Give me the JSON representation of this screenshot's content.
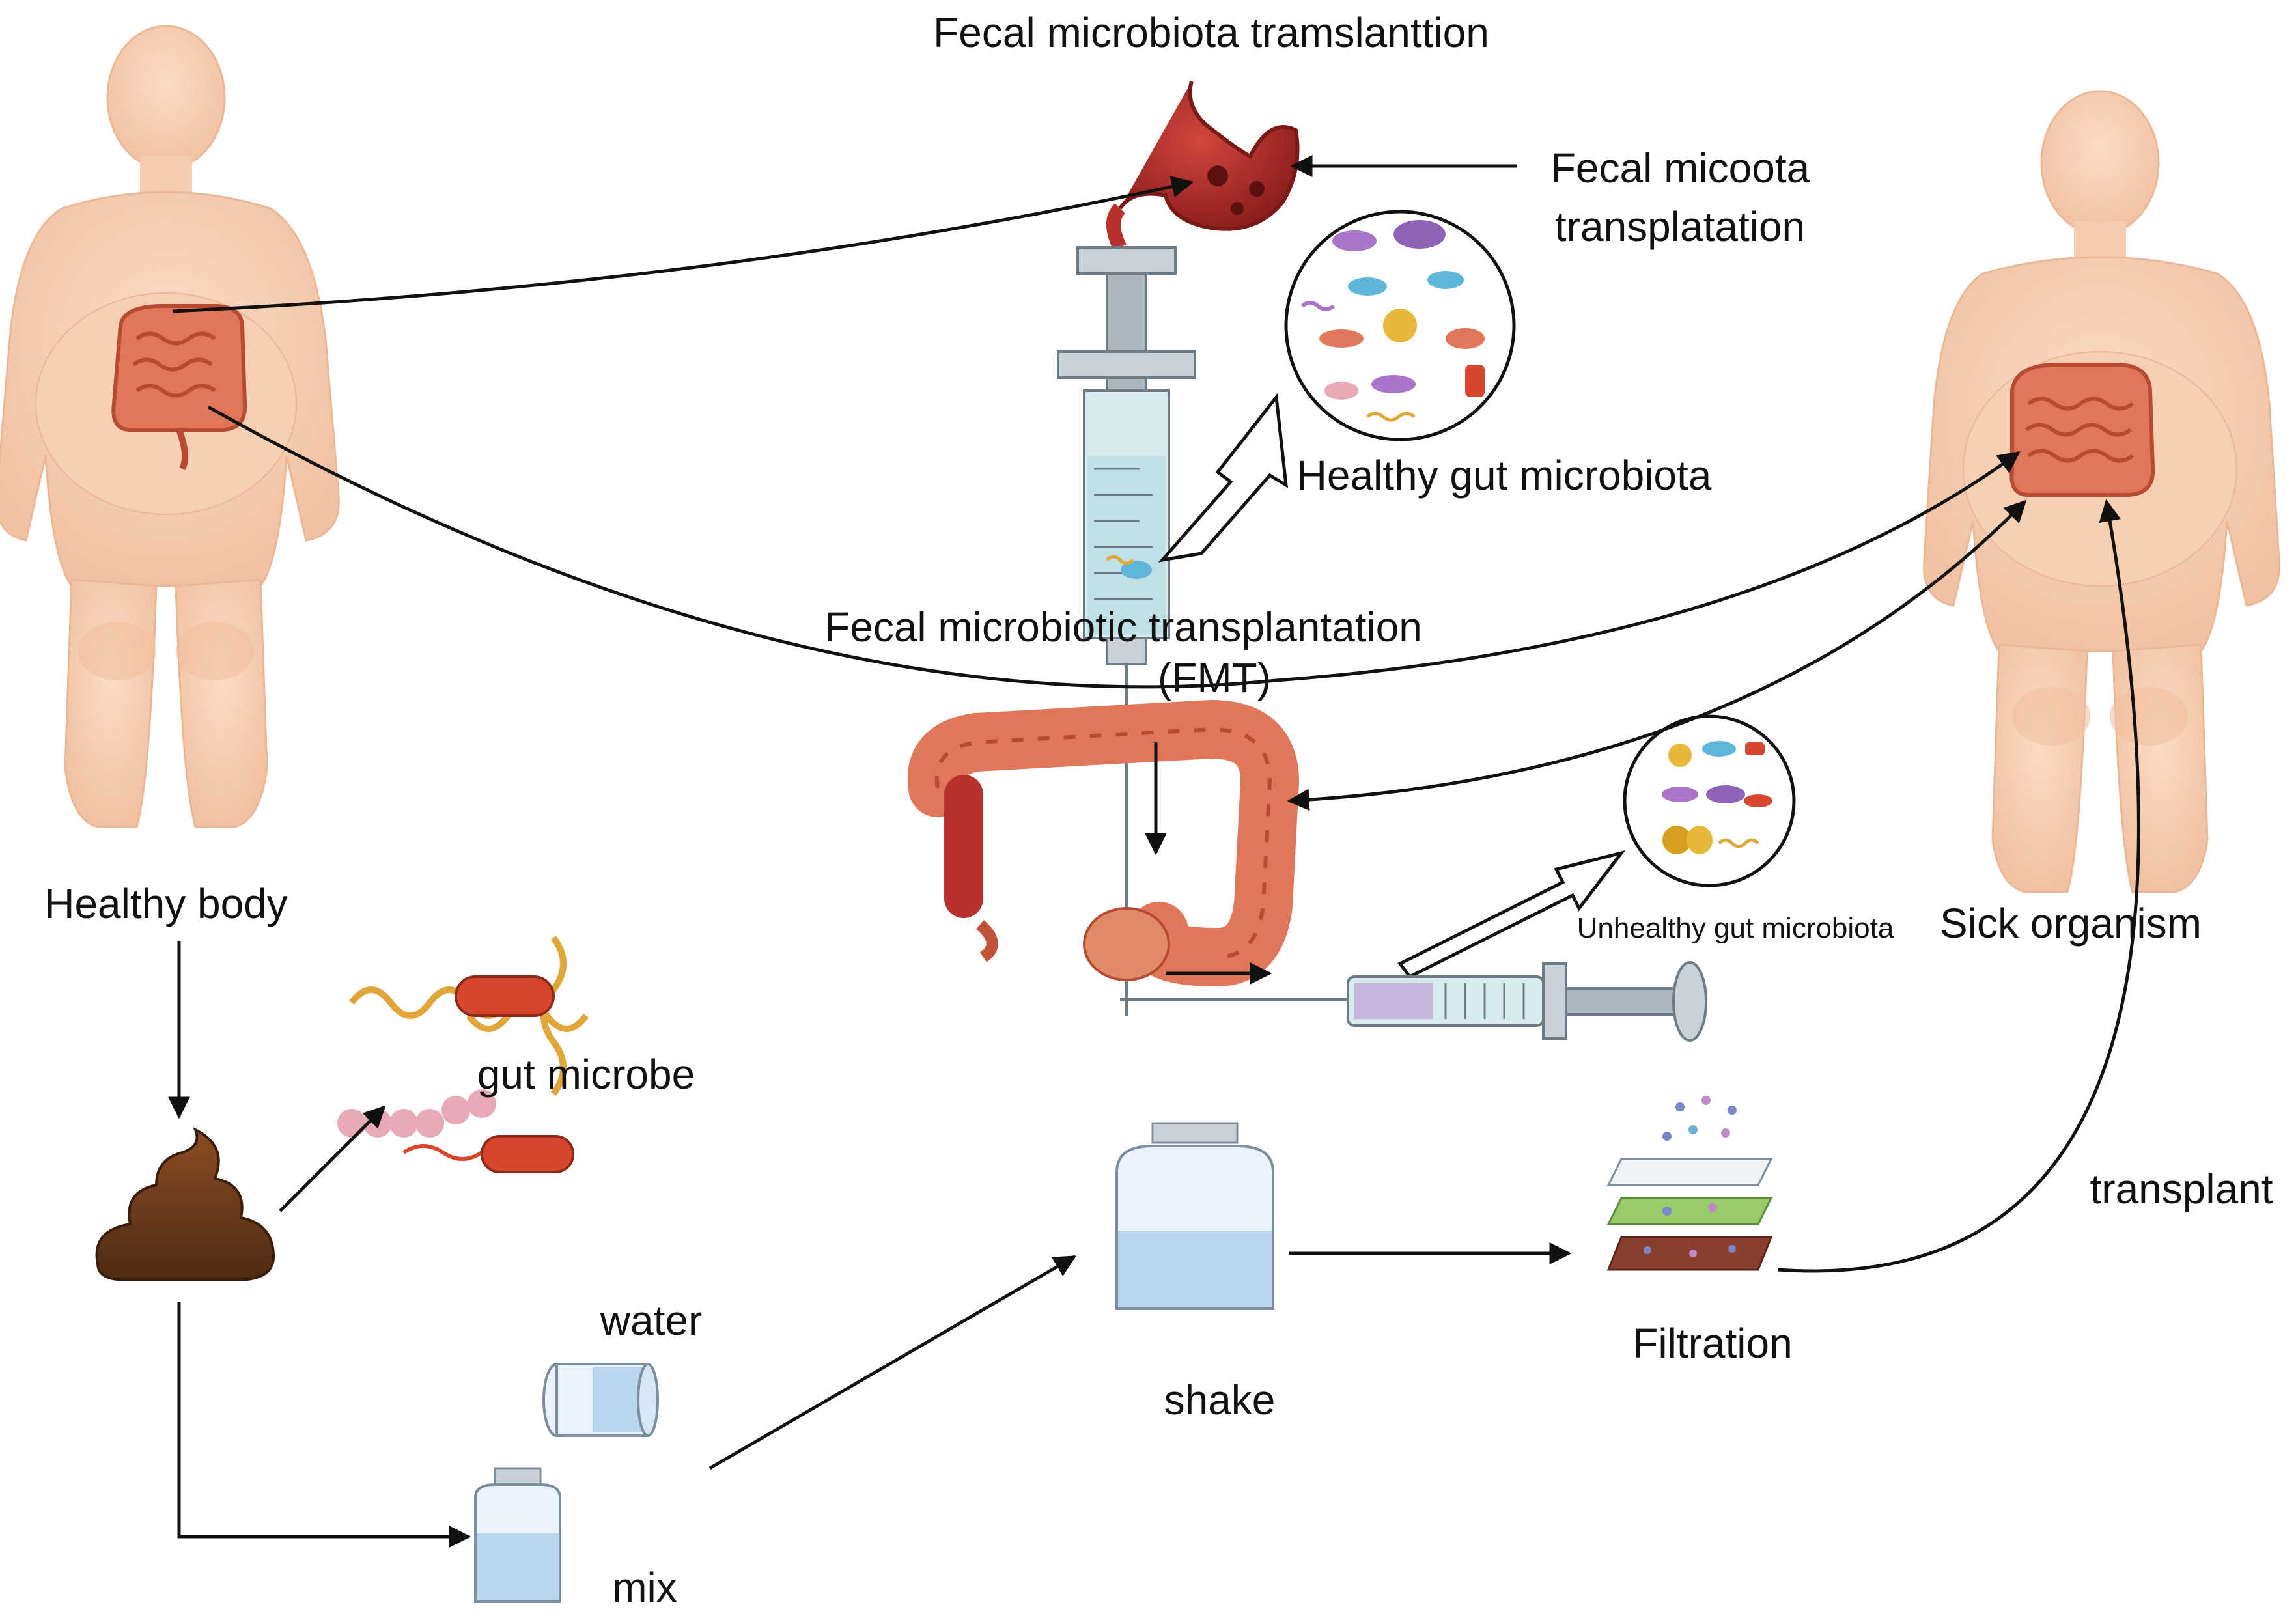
{
  "labels": {
    "title_top": "Fecal microbiota tramslanttion",
    "stomach_label_line1": "Fecal micoota",
    "stomach_label_line2": "transplatation",
    "healthy_gut_microbiota": "Healthy gut microbiota",
    "fmt_line1": "Fecal microbiotic transplantation",
    "fmt_line2": "(FMT)",
    "healthy_body": "Healthy body",
    "sick_organism": "Sick organism",
    "unhealthy_gut_microbiota": "Unhealthy gut microbiota",
    "gut_microbe": "gut microbe",
    "water": "water",
    "mix": "mix",
    "shake": "shake",
    "filtration": "Filtration",
    "transplant": "transplant"
  },
  "colors": {
    "skin": "#f8d3b8",
    "skin_shade": "#eab896",
    "intestine": "#e0775a",
    "intestine_dark": "#b84a33",
    "stomach": "#b8312c",
    "stool": "#6b3a1c",
    "bacteria_red": "#d9462e",
    "flagella_gold": "#e0a63a",
    "cocci_pink": "#e8a9b6",
    "liquid_blue": "#b9d6ee",
    "arrow": "#111111"
  },
  "icons": [
    "healthy-body-figure",
    "sick-body-figure",
    "stomach-icon",
    "syringe-icon",
    "colon-icon",
    "healthy-microbiota-circle-icon",
    "unhealthy-microbiota-circle-icon",
    "stool-icon",
    "bacteria-icon",
    "water-beaker-icon",
    "mix-bottle-icon",
    "shake-bottle-icon",
    "filter-layers-icon"
  ]
}
